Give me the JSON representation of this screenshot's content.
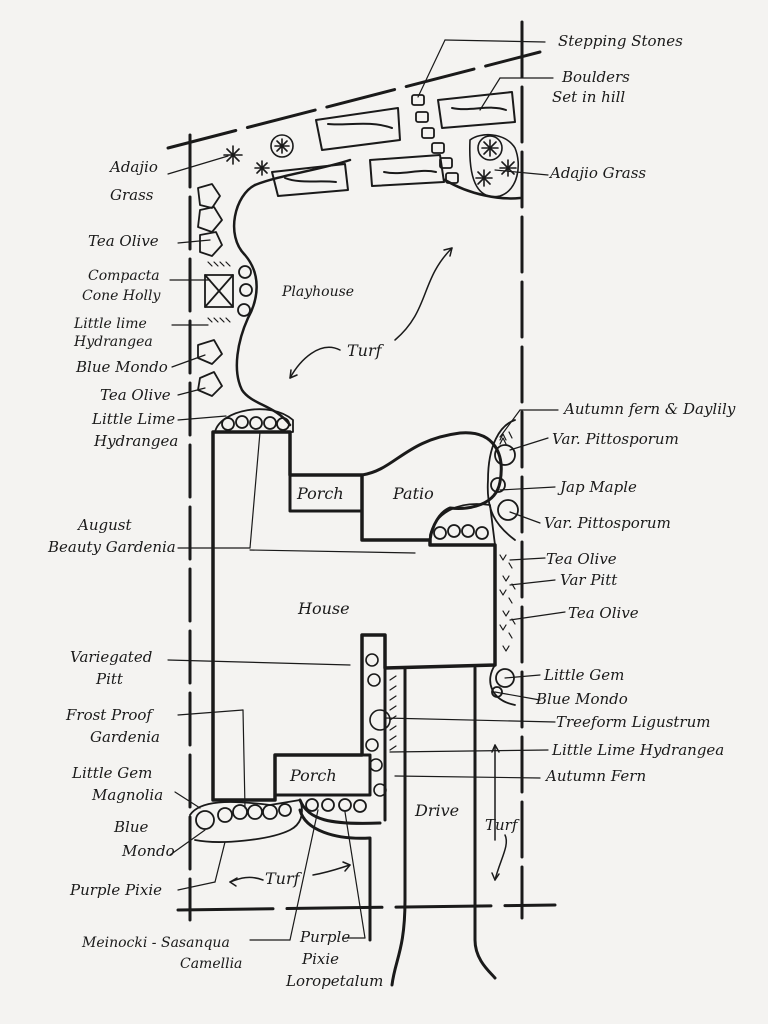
{
  "labels": {
    "stepping_stones": "Stepping Stones",
    "boulders_1": "Boulders",
    "boulders_2": "Set in hill",
    "adajio_grass_left_1": "Adajio",
    "adajio_grass_left_2": "Grass",
    "adajio_grass_right": "Adajio Grass",
    "tea_olive_top": "Tea Olive",
    "compacta_1": "Compacta",
    "compacta_2": "Cone Holly",
    "playhouse": "Playhouse",
    "little_lime_top_1": "Little lime",
    "little_lime_top_2": "Hydrangea",
    "blue_mondo_top": "Blue Mondo",
    "tea_olive_mid": "Tea Olive",
    "turf_top": "Turf",
    "little_lime_mid_1": "Little Lime",
    "little_lime_mid_2": "Hydrangea",
    "autumn_fern_daylily": "Autumn fern & Daylily",
    "var_pittosporum_1": "Var. Pittosporum",
    "jap_maple": "Jap Maple",
    "var_pittosporum_2": "Var. Pittosporum",
    "porch_top": "Porch",
    "patio": "Patio",
    "august_1": "August",
    "august_2": "Beauty Gardenia",
    "tea_olive_right_1": "Tea Olive",
    "var_pitt": "Var Pitt",
    "tea_olive_right_2": "Tea Olive",
    "house": "House",
    "variegated_1": "Variegated",
    "variegated_2": "Pitt",
    "little_gem_right": "Little Gem",
    "blue_mondo_right": "Blue Mondo",
    "frost_proof_1": "Frost Proof",
    "frost_proof_2": "Gardenia",
    "treeform": "Treeform Ligustrum",
    "little_lime_right": "Little Lime Hydrangea",
    "little_gem_mag_1": "Little Gem",
    "little_gem_mag_2": "Magnolia",
    "porch_bottom": "Porch",
    "autumn_fern": "Autumn Fern",
    "drive": "Drive",
    "turf_right": "Turf",
    "blue_mondo_bottom_1": "Blue",
    "blue_mondo_bottom_2": "Mondo",
    "purple_pixie_left": "Purple Pixie",
    "turf_bottom": "Turf",
    "meinocki_1": "Meinocki - Sasanqua",
    "meinocki_2": "Camellia",
    "purple_pixie_1": "Purple",
    "purple_pixie_2": "Pixie",
    "purple_pixie_3": "Loropetalum"
  },
  "colors": {
    "ink": "#1a1a1a",
    "paper": "#f4f3f1"
  }
}
